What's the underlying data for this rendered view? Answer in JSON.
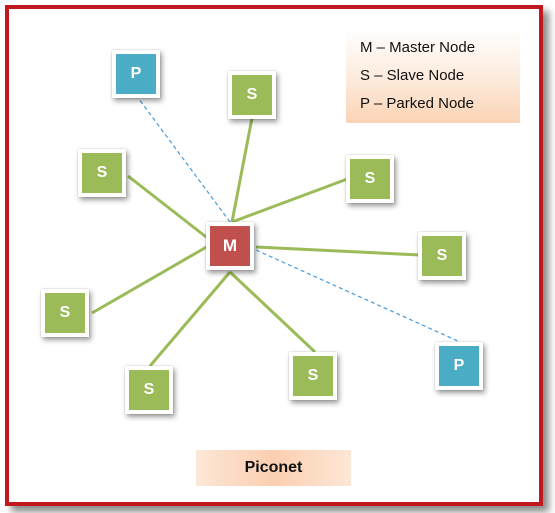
{
  "legend": {
    "master": "M – Master Node",
    "slave": "S – Slave Node",
    "parked": "P – Parked Node"
  },
  "caption": "Piconet",
  "nodes": {
    "master": "M",
    "slave": "S",
    "parked": "P"
  },
  "colors": {
    "frame": "#c0181e",
    "master": "#c0504d",
    "slave": "#9bbb59",
    "parked": "#4bacc6",
    "slave_link": "#9bbb59",
    "parked_link": "#4a9bd8"
  }
}
